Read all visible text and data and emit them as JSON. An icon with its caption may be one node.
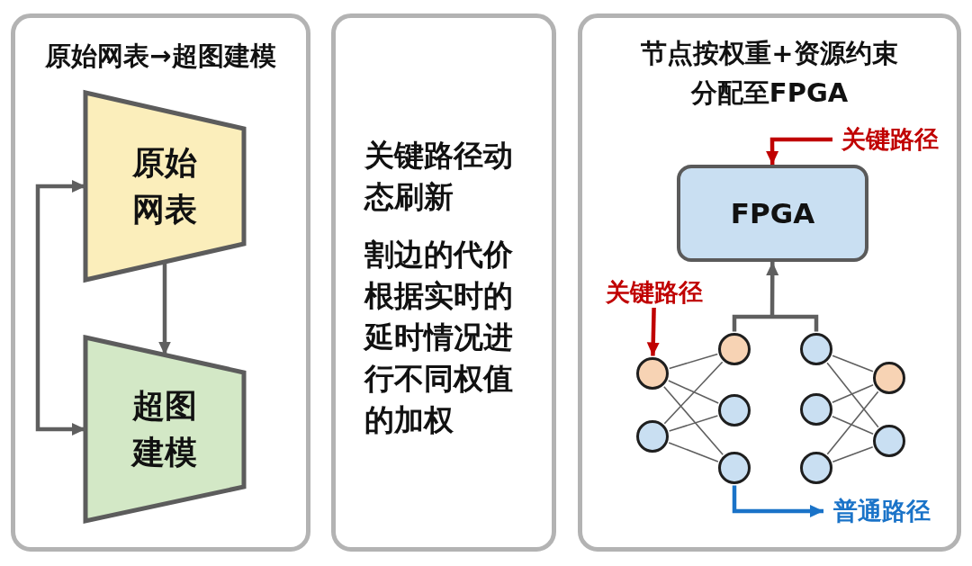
{
  "diagram": {
    "nodes": [
      {
        "text": [
          "原始网表→超图建模"
        ]
      },
      {
        "text": [
          "原始网表"
        ],
        "in": 0
      },
      {
        "text": [
          "超图建模"
        ],
        "in": 0
      },
      {
        "text": [
          "关键路径动态刷新",
          "割边的代价根据实时的延时情况进行不同权值的加权"
        ]
      },
      {
        "text": [
          "节点按权重+资源约束分配至FPGA"
        ]
      },
      {
        "text": [
          "FPGA"
        ],
        "in": 4
      },
      {
        "text": [
          "关键路径"
        ],
        "in": 4
      },
      {
        "text": [
          "关键路径"
        ],
        "in": 4
      },
      {
        "text": [],
        "shape": "circle",
        "in": 4
      },
      {
        "text": [],
        "shape": "circle",
        "in": 4
      },
      {
        "text": [],
        "shape": "circle",
        "in": 4
      },
      {
        "text": [],
        "shape": "circle",
        "in": 4
      },
      {
        "text": [],
        "shape": "circle",
        "in": 4
      },
      {
        "text": [],
        "shape": "circle",
        "in": 4
      },
      {
        "text": [],
        "shape": "circle",
        "in": 4
      },
      {
        "text": [],
        "shape": "circle",
        "in": 4
      },
      {
        "text": [],
        "shape": "circle",
        "in": 4
      },
      {
        "text": [],
        "shape": "circle",
        "in": 4
      },
      {
        "text": [
          "普通路径"
        ],
        "in": 4
      }
    ],
    "edges": [
      {
        "from": 1,
        "to": 2,
        "arrow": "to",
        "style": "thick"
      },
      {
        "from": 1,
        "to": 2,
        "arrow": "both",
        "style": "thick"
      },
      {
        "from": 6,
        "to": 5,
        "arrow": "to",
        "style": "thick",
        "color": "#c00000"
      },
      {
        "from": 7,
        "to": 8,
        "arrow": "to",
        "style": "thick",
        "color": "#c00000"
      },
      {
        "from": 8,
        "to": 10,
        "arrow": "none"
      },
      {
        "from": 8,
        "to": 11,
        "arrow": "none"
      },
      {
        "from": 8,
        "to": 12,
        "arrow": "none"
      },
      {
        "from": 9,
        "to": 10,
        "arrow": "none"
      },
      {
        "from": 9,
        "to": 11,
        "arrow": "none"
      },
      {
        "from": 9,
        "to": 12,
        "arrow": "none"
      },
      {
        "from": 13,
        "to": 16,
        "arrow": "none"
      },
      {
        "from": 13,
        "to": 17,
        "arrow": "none"
      },
      {
        "from": 14,
        "to": 16,
        "arrow": "none"
      },
      {
        "from": 14,
        "to": 17,
        "arrow": "none"
      },
      {
        "from": 15,
        "to": 16,
        "arrow": "none"
      },
      {
        "from": 15,
        "to": 17,
        "arrow": "none"
      },
      {
        "from": 10,
        "to": 5,
        "arrow": "to",
        "style": "thick"
      },
      {
        "from": 13,
        "to": 5,
        "arrow": "to",
        "style": "thick"
      },
      {
        "from": 12,
        "to": 18,
        "arrow": "to",
        "style": "thick",
        "color": "#1a73c8"
      }
    ]
  }
}
